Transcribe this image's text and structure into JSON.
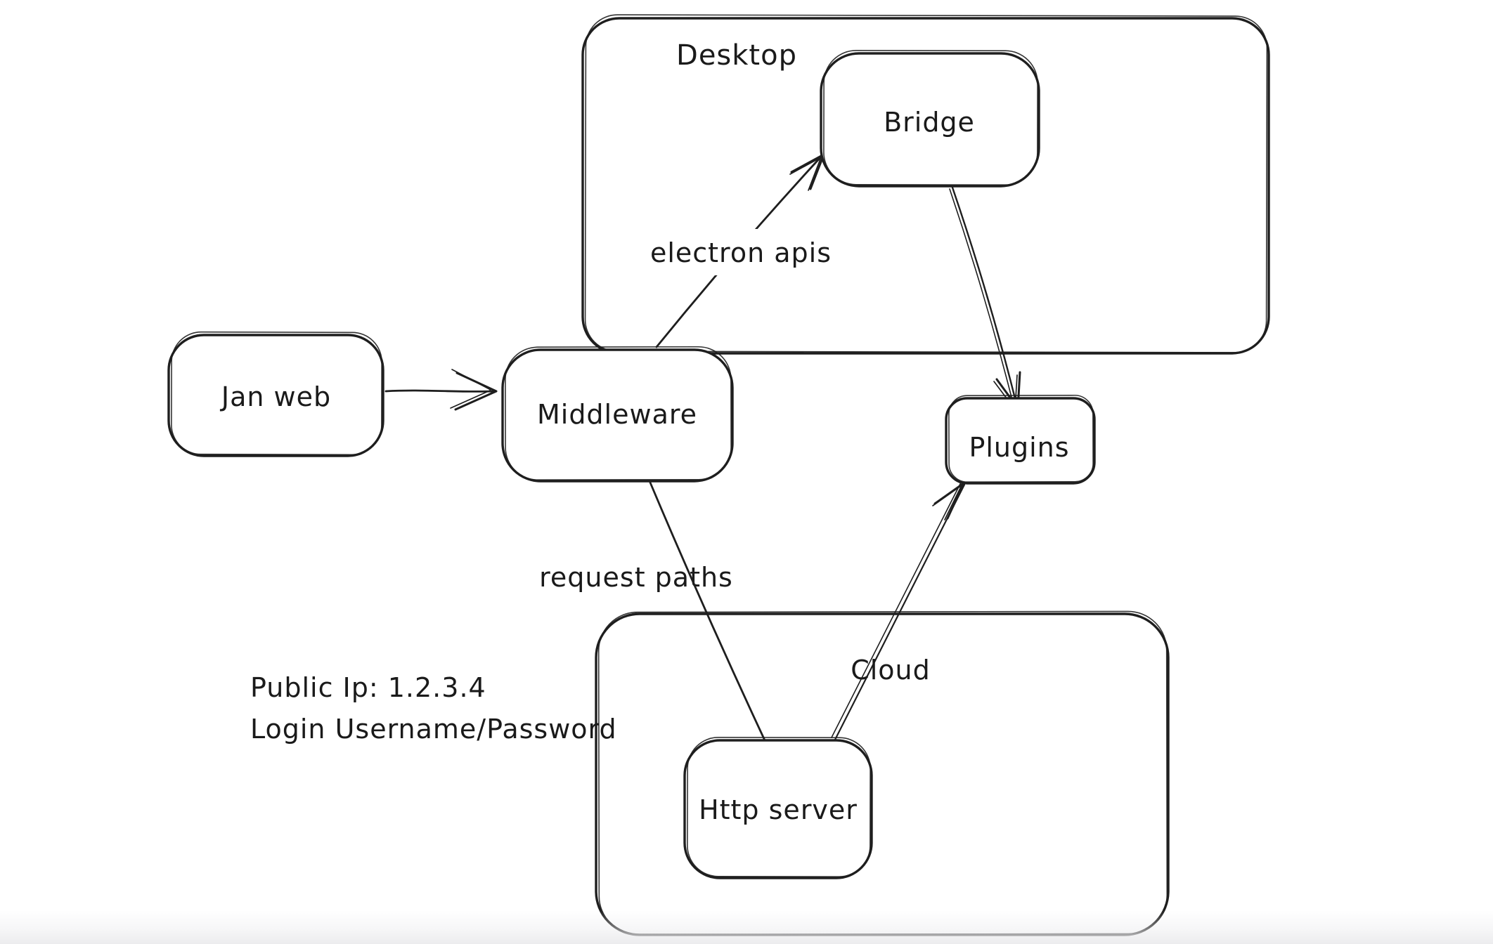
{
  "canvas": {
    "background": "#ffffff",
    "stroke_color": "#1e1e1e",
    "text_color": "#1a1a1a",
    "bottom_fade_color": "#ececee"
  },
  "containers": [
    {
      "id": "desktop",
      "label": "Desktop"
    },
    {
      "id": "cloud",
      "label": "Cloud"
    }
  ],
  "nodes": [
    {
      "id": "jan-web",
      "label": "Jan web"
    },
    {
      "id": "middleware",
      "label": "Middleware"
    },
    {
      "id": "bridge",
      "label": "Bridge"
    },
    {
      "id": "plugins",
      "label": "Plugins"
    },
    {
      "id": "http-server",
      "label": "Http server"
    }
  ],
  "edges": [
    {
      "id": "jan-web-to-middleware",
      "from": "Jan web",
      "to": "Middleware",
      "label": "",
      "arrowhead": "end"
    },
    {
      "id": "middleware-to-bridge",
      "from": "Middleware",
      "to": "Bridge",
      "label": "electron apis",
      "arrowhead": "end"
    },
    {
      "id": "bridge-to-plugins",
      "from": "Bridge",
      "to": "Plugins",
      "label": "",
      "arrowhead": "end"
    },
    {
      "id": "middleware-to-http-server",
      "from": "Middleware",
      "to": "Http server",
      "label": "request paths",
      "arrowhead": "none"
    },
    {
      "id": "http-server-to-plugins",
      "from": "Http server",
      "to": "Plugins",
      "label": "",
      "arrowhead": "end"
    }
  ],
  "annotation": {
    "line1": "Public Ip: 1.2.3.4",
    "line2": "Login Username/Password"
  }
}
